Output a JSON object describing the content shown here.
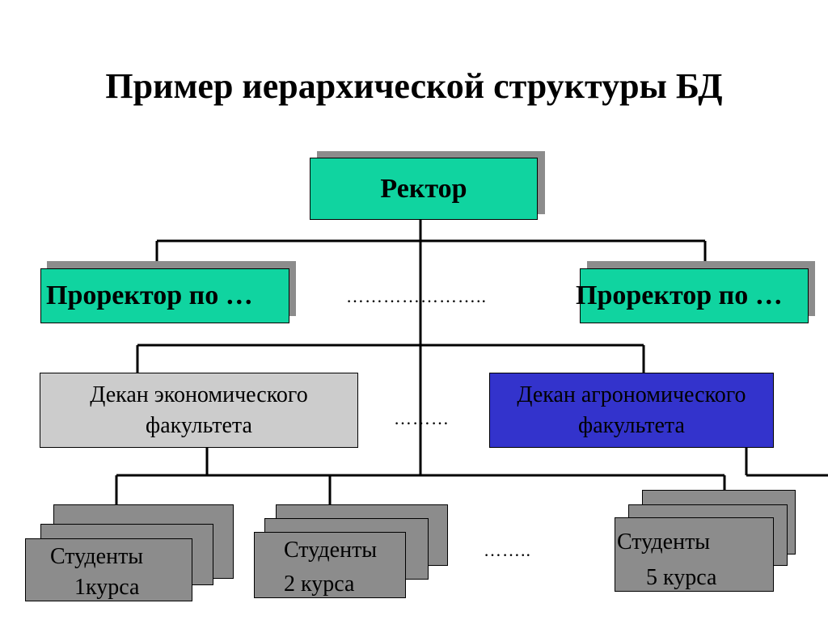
{
  "title": "Пример иерархической структуры БД",
  "rector": "Ректор",
  "prorector_left": "Проректор по …",
  "prorector_right": "Проректор по …",
  "dots_prorectors": "…………………..",
  "dean_econ_line1": "Декан экономического",
  "dean_econ_line2": "факультета",
  "dean_agro_line1": "Декан агрономического",
  "dean_agro_line2": "факультета",
  "dots_deans": "………",
  "students_1_line1": "Студенты",
  "students_1_line2": "1курса",
  "students_2_line1": "Студенты",
  "students_2_line2": "2 курса",
  "dots_students": "……..",
  "students_5_line1": "Студенты",
  "students_5_line2": "5 курса",
  "colors": {
    "teal": "#10d4a0",
    "dean_econ": "#cccccc",
    "dean_agro": "#3333cc",
    "students": "#8c8c8c",
    "shadow": "#8c8c8c"
  }
}
